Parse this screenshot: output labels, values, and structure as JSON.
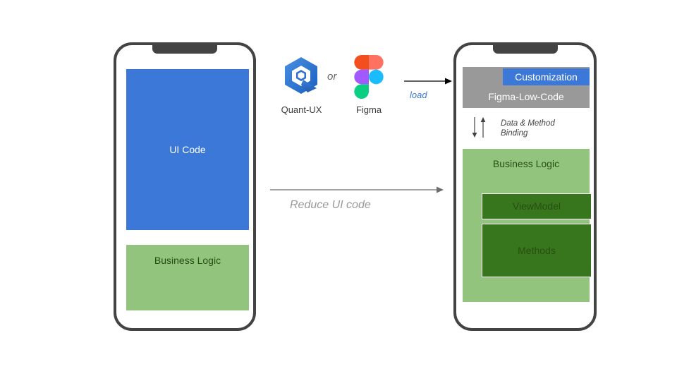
{
  "diagram": {
    "title": "UI Code vs Figma-Low-Code architecture comparison",
    "colors": {
      "blue": "#3c78d8",
      "light_green": "#93c47d",
      "dark_green": "#38761d",
      "gray": "#999999",
      "frame": "#434343",
      "load_text": "#3c78d8",
      "reduce_text": "#999999"
    }
  },
  "left_phone": {
    "name": "traditional-app",
    "blocks": [
      {
        "id": "ui-code",
        "label": "UI Code"
      },
      {
        "id": "business-logic",
        "label": "Business Logic"
      }
    ]
  },
  "middle": {
    "tools": [
      {
        "id": "quant-ux",
        "label": "Quant-UX",
        "icon": "quant-ux-logo-icon"
      },
      {
        "id": "figma",
        "label": "Figma",
        "icon": "figma-logo-icon"
      }
    ],
    "conjunction": "or",
    "load_arrow": {
      "label": "load",
      "icon": "arrow-right-icon"
    },
    "reduce_arrow": {
      "label": "Reduce UI code",
      "icon": "arrow-right-icon"
    }
  },
  "right_phone": {
    "name": "low-code-app",
    "header": {
      "background_label": "Figma-Low-Code",
      "overlay_label": "Customization"
    },
    "binding": {
      "label": "Data & Method\nBinding",
      "line1": "Data & Method",
      "line2": "Binding",
      "icons": [
        "arrow-down-icon",
        "arrow-up-icon"
      ]
    },
    "business_logic": {
      "label": "Business Logic",
      "children": [
        {
          "id": "viewmodel",
          "label": "ViewModel"
        },
        {
          "id": "methods",
          "label": "Methods"
        }
      ]
    }
  }
}
